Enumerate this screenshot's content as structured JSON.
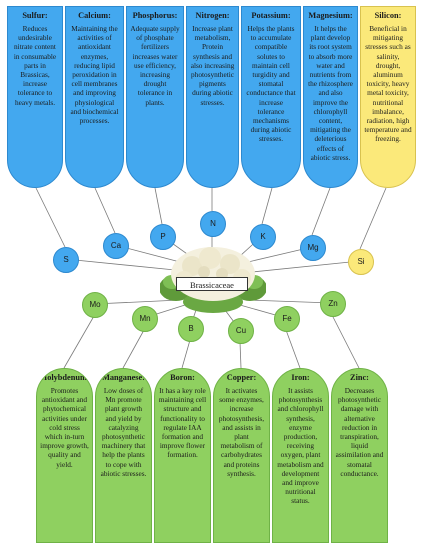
{
  "center": {
    "label": "Brassicaceae"
  },
  "top_cards": [
    {
      "title": "Sulfur:",
      "desc": "Reduces undesirable nitrate content in consumable parts in Brassicas, increase tolerance to heavy metals."
    },
    {
      "title": "Calcium:",
      "desc": "Maintaining the activities of antioxidant enzymes, reducing lipid peroxidation in cell membranes and improving physiological and biochemical processes."
    },
    {
      "title": "Phosphorus:",
      "desc": "Adequate supply of phosphate fertilizers increases water use efficiency, increasing drought tolerance in plants."
    },
    {
      "title": "Nitrogen:",
      "desc": "Increase plant metabolism, Protein synthesis and also increasing photosynthetic pigments during abiotic stresses."
    },
    {
      "title": "Potassium:",
      "desc": "Helps the plants to accumulate compatible solutes to maintain cell turgidity and stomatal conductance that increase tolerance mechanisms during abiotic stresses."
    },
    {
      "title": "Magnesium:",
      "desc": "It helps the plant develop its root system to absorb more water and nutrients from the rhizosphere and also improve the chlorophyll content, mitigating the deleterious effects of abiotic stress."
    },
    {
      "title": "Silicon:",
      "desc": "Beneficial in mitigating stresses such as salinity, drought, aluminum toxicity, heavy metal toxicity, nutritional imbalance, radiation, high temperature and freezing."
    }
  ],
  "top_nodes": [
    "S",
    "Ca",
    "P",
    "N",
    "K",
    "Mg",
    "Si"
  ],
  "bottom_nodes": [
    "Mo",
    "Mn",
    "B",
    "Cu",
    "Fe",
    "Zn"
  ],
  "bottom_cards": [
    {
      "title": "Molybdenum:",
      "desc": "Promotes antioxidant and phytochemical activities under cold stress which in-turn improve growth, quality and yield."
    },
    {
      "title": "Manganese:",
      "desc": "Low doses of Mn promote plant growth and yield by catalyzing photosynthetic machinery that help the plants to cope with abiotic stresses."
    },
    {
      "title": "Boron:",
      "desc": "It has a key role maintaining cell structure and functionality to regulate IAA formation and improve flower formation."
    },
    {
      "title": "Copper:",
      "desc": "It activates some enzymes, increase photosynthesis, and assists in plant metabolism of carbohydrates and proteins synthesis."
    },
    {
      "title": "Iron:",
      "desc": "It assists photosynthesis and chlorophyll synthesis, enzyme production, receiving oxygen, plant metabolism and development and improve nutritional status."
    },
    {
      "title": "Zinc:",
      "desc": "Decreases photosynthetic damage with alternative reduction in transpiration, liquid assimilation and stomatal conductance."
    }
  ],
  "colors": {
    "macro": "#43a8ef",
    "beneficial": "#fbe97a",
    "micro": "#8fd060",
    "connector": "#7a7a7a"
  }
}
